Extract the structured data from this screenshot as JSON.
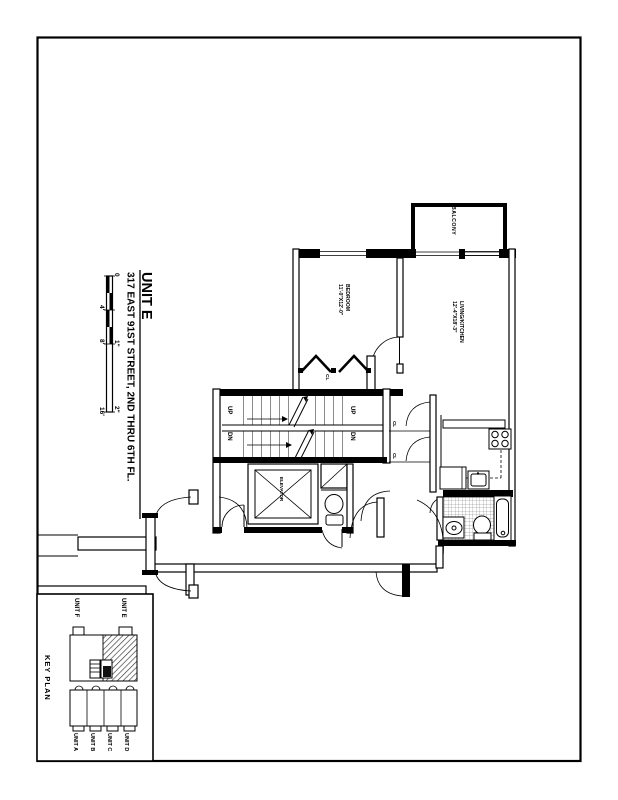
{
  "title_block": {
    "unit": "UNIT E",
    "address": "317 EAST 91ST STREET, 2ND THRU 6TH FL."
  },
  "scale_bar": {
    "feet": [
      "0",
      "4'",
      "8'",
      "16'"
    ],
    "inches": [
      "1\"",
      "2\""
    ]
  },
  "rooms": {
    "balcony": {
      "label": "BALCONY"
    },
    "bedroom": {
      "label": "BEDROOM",
      "dims": "11'-0\"X12'-0\""
    },
    "living_kitchen": {
      "label": "LIVING/KITCHEN",
      "dims": "12'-4\"X18'-3\""
    },
    "elevator": {
      "label": "ELEVATOR"
    },
    "closet_label": "CL"
  },
  "stairs": {
    "up": "UP",
    "dn": "DN"
  },
  "key_plan": {
    "title": "KEY PLAN",
    "top_units": [
      "UNIT F",
      "UNIT E"
    ],
    "bottom_units": [
      "UNIT A",
      "UNIT B",
      "UNIT C",
      "UNIT D"
    ],
    "highlighted_unit": "UNIT E"
  },
  "colors": {
    "line": "#000000",
    "paper": "#ffffff",
    "hatch": "#333333"
  }
}
